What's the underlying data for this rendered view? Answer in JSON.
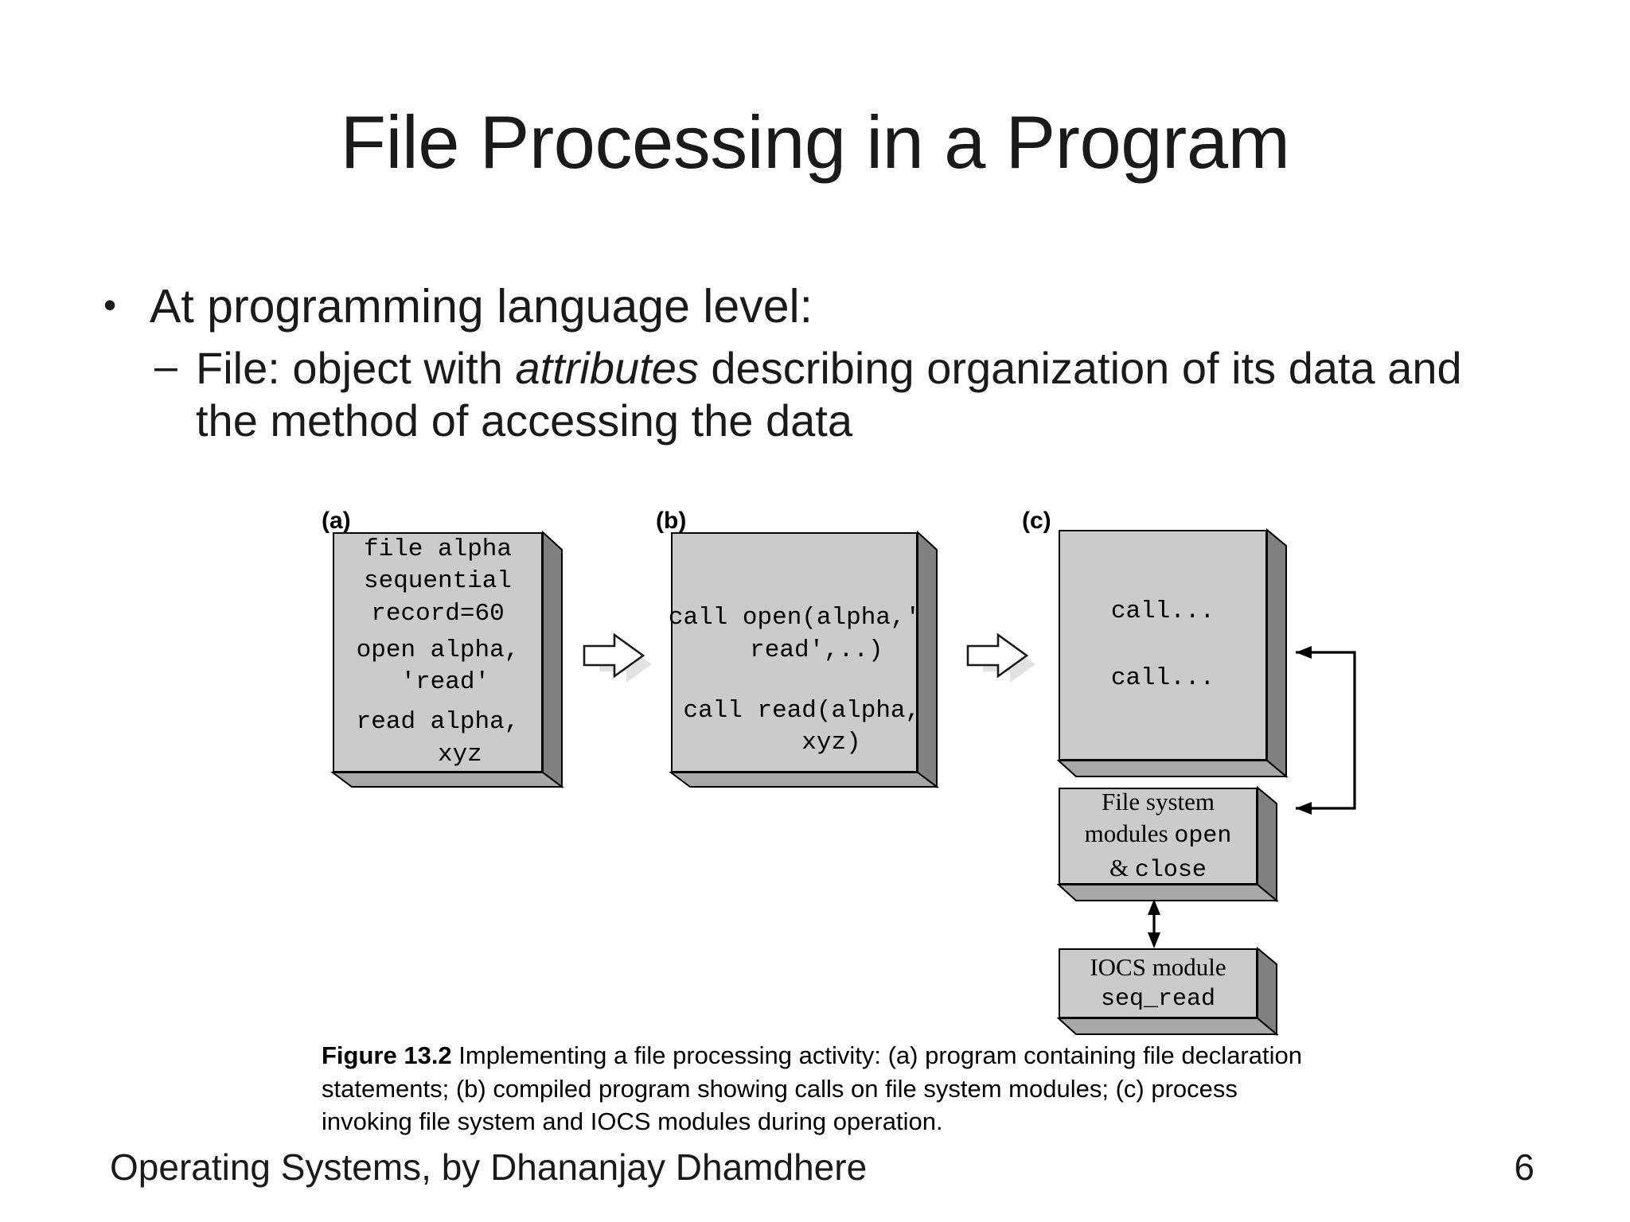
{
  "slide": {
    "title": "File Processing in a Program",
    "bullets": [
      {
        "level": 1,
        "marker": "•",
        "text": "At programming language level:"
      },
      {
        "level": 2,
        "marker": "–",
        "text_before": "File: object with ",
        "text_italic": "attributes",
        "text_after": " describing organization of its data and the method of accessing the data"
      }
    ]
  },
  "figure": {
    "panel_labels": {
      "a": "(a)",
      "b": "(b)",
      "c": "(c)"
    },
    "box_a": {
      "lines": [
        "file alpha",
        "sequential",
        "record=60",
        "",
        "open alpha,",
        " 'read'",
        "",
        "read alpha,",
        "   xyz"
      ]
    },
    "box_b": {
      "lines": [
        "call open(alpha,'",
        "   read',..)",
        "",
        " call read(alpha,",
        "     xyz)"
      ]
    },
    "box_c": {
      "lines": [
        "call...",
        "",
        "call..."
      ]
    },
    "box_fs": {
      "line1": "File system",
      "line2_serif": "modules ",
      "line2_mono": "open",
      "line3_serif": "& ",
      "line3_mono": "close"
    },
    "box_iocs": {
      "line1": "IOCS module",
      "line2_mono": "seq_read"
    },
    "arrows": {
      "a_to_b": "block-arrow-right",
      "b_to_c": "block-arrow-right",
      "c_to_fs": "return-connector-arrow",
      "fs_to_iocs": "double-headed-arrow"
    },
    "caption": {
      "number": "Figure 13.2",
      "text": "  Implementing a file processing activity: (a) program containing file declaration statements; (b) compiled program showing calls on file system modules; (c) process invoking file system and IOCS modules during operation."
    }
  },
  "footer": {
    "attribution": "Operating Systems, by Dhananjay Dhamdhere",
    "page_number": "6"
  },
  "colors": {
    "box_face": "#cbcbcb",
    "box_shade_dark": "#808080",
    "box_shade_mid": "#a8a8a8",
    "text": "#1a1a1a",
    "background": "#ffffff"
  }
}
